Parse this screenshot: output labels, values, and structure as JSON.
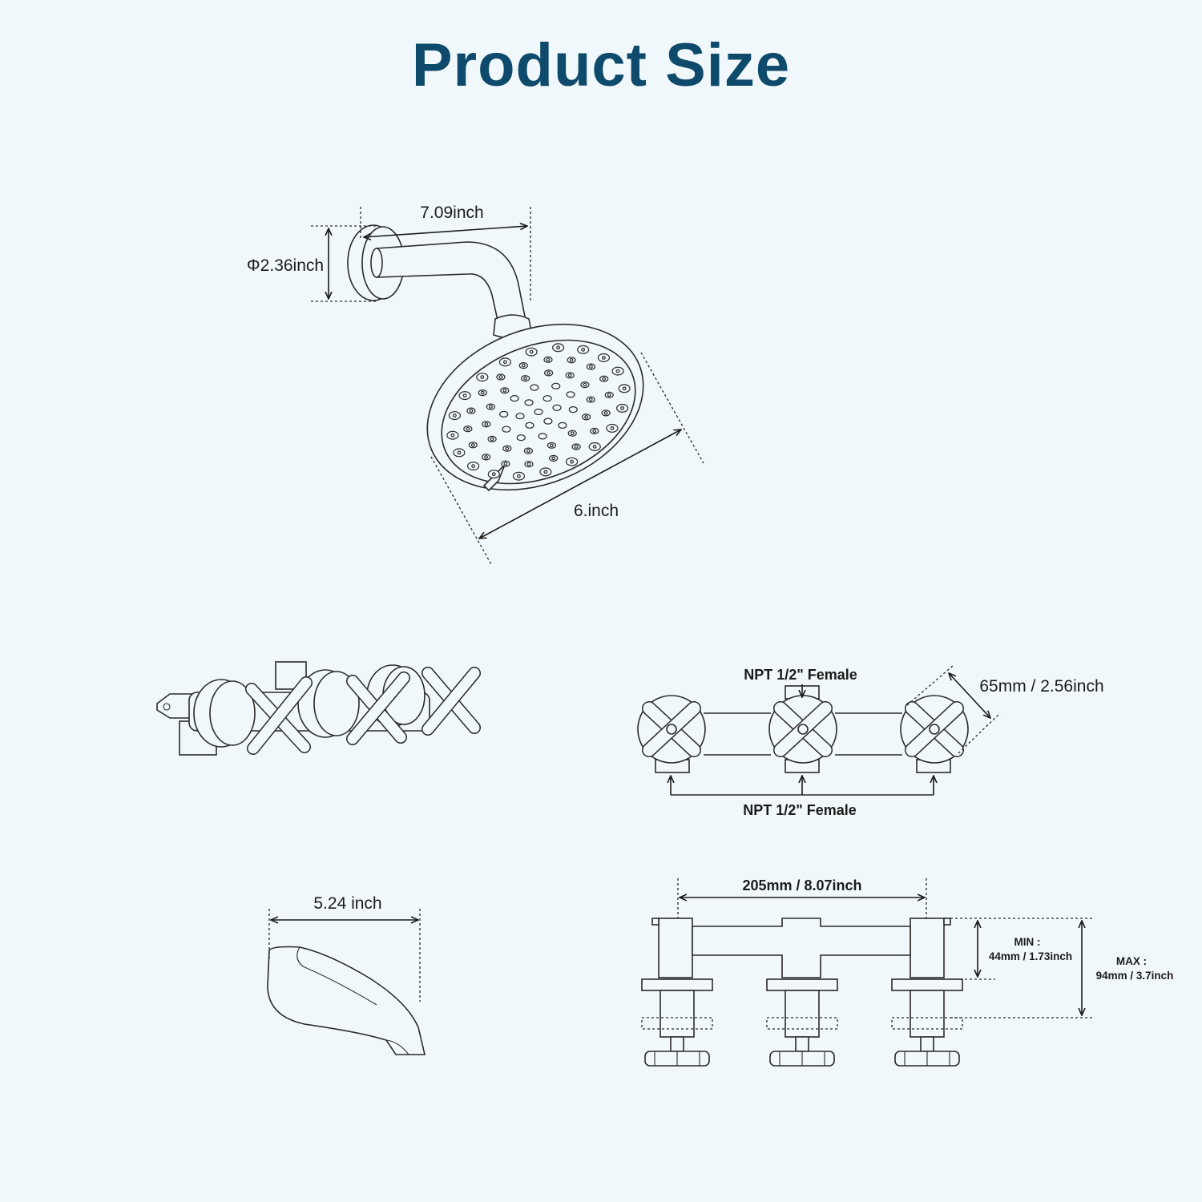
{
  "title": "Product Size",
  "colors": {
    "title": "#0d4a6b",
    "background": "#f1f8fb",
    "line": "#2a2a2a"
  },
  "shower_head": {
    "arm_length_label": "7.09inch",
    "flange_diameter_label": "Φ2.36inch",
    "head_diameter_label": "6.inch"
  },
  "valve_front": {
    "top_connection_label": "NPT 1/2\" Female",
    "handle_size_label": "65mm / 2.56inch",
    "bottom_connection_label": "NPT 1/2\" Female"
  },
  "tub_spout": {
    "length_label": "5.24 inch"
  },
  "valve_side": {
    "width_label": "205mm / 8.07inch",
    "min_title": "MIN :",
    "min_value": "44mm / 1.73inch",
    "max_title": "MAX :",
    "max_value": "94mm / 3.7inch"
  }
}
